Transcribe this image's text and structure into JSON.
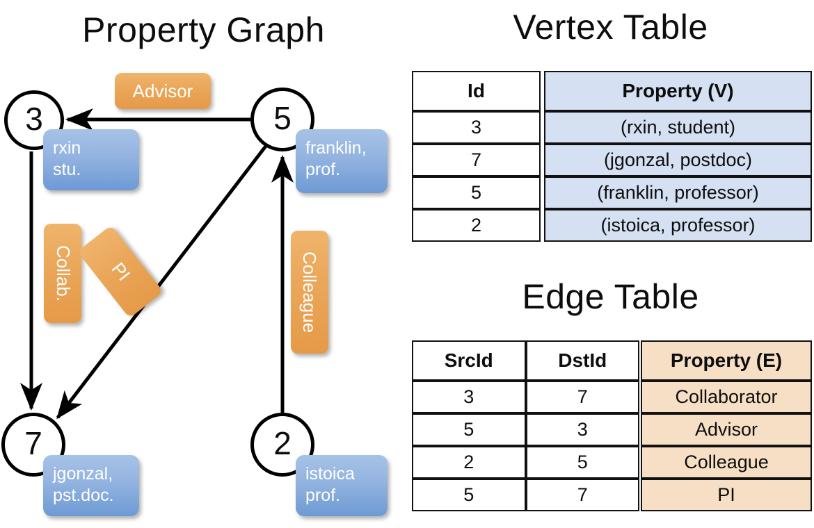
{
  "titles": {
    "property_graph": "Property Graph",
    "vertex_table": "Vertex Table",
    "edge_table": "Edge Table"
  },
  "graph": {
    "nodes": [
      {
        "id": "3",
        "property_line1": "rxin",
        "property_line2": "stu."
      },
      {
        "id": "5",
        "property_line1": "franklin,",
        "property_line2": "prof."
      },
      {
        "id": "7",
        "property_line1": "jgonzal,",
        "property_line2": "pst.doc."
      },
      {
        "id": "2",
        "property_line1": "istoica",
        "property_line2": "prof."
      }
    ],
    "edge_labels": {
      "advisor": "Advisor",
      "collab": "Collab.",
      "pi": "PI",
      "colleague": "Colleague"
    }
  },
  "vertex_table": {
    "headers": [
      "Id",
      "Property (V)"
    ],
    "rows": [
      [
        "3",
        "(rxin, student)"
      ],
      [
        "7",
        "(jgonzal, postdoc)"
      ],
      [
        "5",
        "(franklin, professor)"
      ],
      [
        "2",
        "(istoica, professor)"
      ]
    ]
  },
  "edge_table": {
    "headers": [
      "SrcId",
      "DstId",
      "Property (E)"
    ],
    "rows": [
      [
        "3",
        "7",
        "Collaborator"
      ],
      [
        "5",
        "3",
        "Advisor"
      ],
      [
        "2",
        "5",
        "Colleague"
      ],
      [
        "5",
        "7",
        "PI"
      ]
    ]
  },
  "colors": {
    "node_fill": "#ffffff",
    "node_stroke": "#000000",
    "vertex_property_fill": "#d5e0f2",
    "edge_property_fill": "#f7dfc5",
    "property_box_blue": "#93b3e0",
    "edge_label_orange": "#eaa659"
  }
}
